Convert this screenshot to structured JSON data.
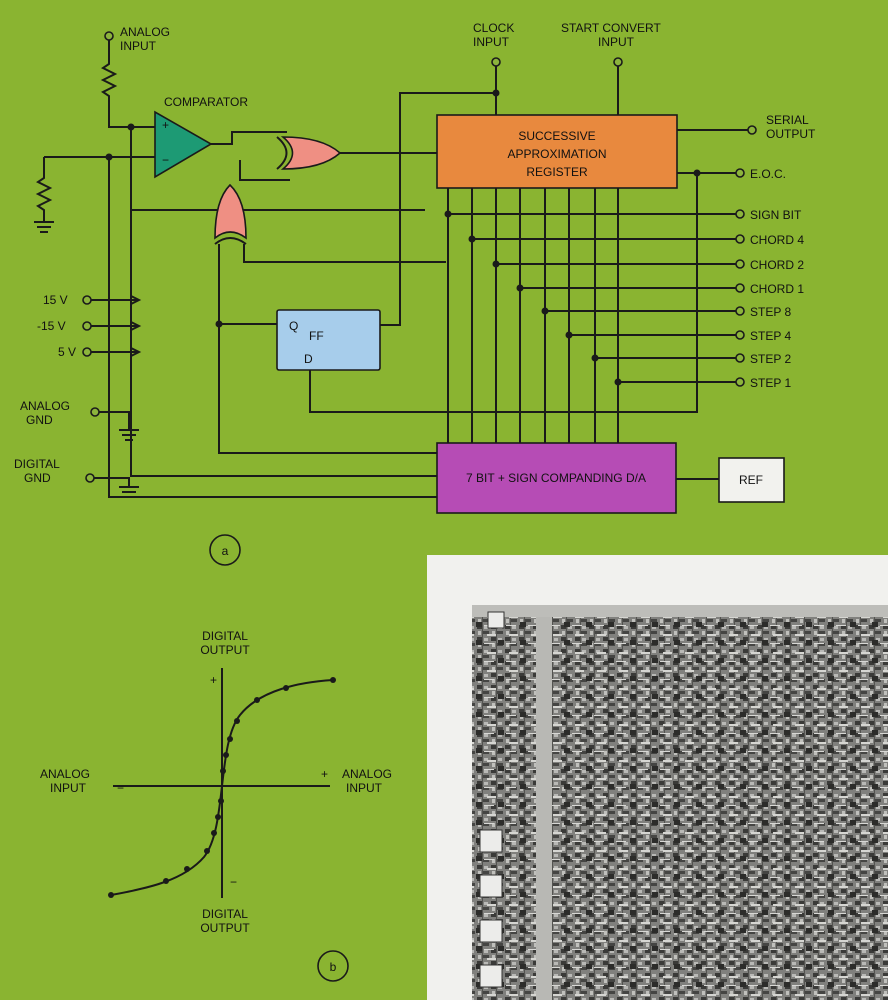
{
  "colors": {
    "board": "#8ab431",
    "comparator": "#1d9a74",
    "gate": "#ef8f83",
    "register": "#e8893e",
    "flipflop": "#a7cdeb",
    "dac": "#b64cb5",
    "ref": "#f2f2ee",
    "wire": "#1a1a1a",
    "chip_bg": "#9a9a96"
  },
  "figure_a": {
    "label": "a",
    "analog_input": [
      "ANALOG",
      "INPUT"
    ],
    "comparator": "COMPARATOR",
    "comparator_plus": "+",
    "comparator_minus": "−",
    "clock_input": [
      "CLOCK",
      "INPUT"
    ],
    "start_convert_input": [
      "START CONVERT",
      "INPUT"
    ],
    "sar": [
      "SUCCESSIVE",
      "APPROXIMATION",
      "REGISTER"
    ],
    "serial_output": [
      "SERIAL",
      "OUTPUT"
    ],
    "eoc": "E.O.C.",
    "outputs": [
      "SIGN BIT",
      "CHORD 4",
      "CHORD 2",
      "CHORD 1",
      "STEP 8",
      "STEP 4",
      "STEP 2",
      "STEP 1"
    ],
    "power": [
      "15 V",
      "-15 V",
      "5 V"
    ],
    "analog_gnd": [
      "ANALOG",
      "GND"
    ],
    "digital_gnd": [
      "DIGITAL",
      "GND"
    ],
    "ff_q": "Q",
    "ff_name": "FF",
    "ff_d": "D",
    "dac": "7 BIT + SIGN  COMPANDING D/A",
    "ref": "REF"
  },
  "figure_b": {
    "label": "b",
    "digital_output_top": [
      "DIGITAL",
      "OUTPUT"
    ],
    "digital_output_bottom": [
      "DIGITAL",
      "OUTPUT"
    ],
    "analog_input_left": [
      "ANALOG",
      "INPUT"
    ],
    "analog_input_right": [
      "ANALOG",
      "INPUT"
    ],
    "plus_top": "+",
    "minus_bottom": "−",
    "plus_right": "+",
    "minus_left": "−"
  }
}
